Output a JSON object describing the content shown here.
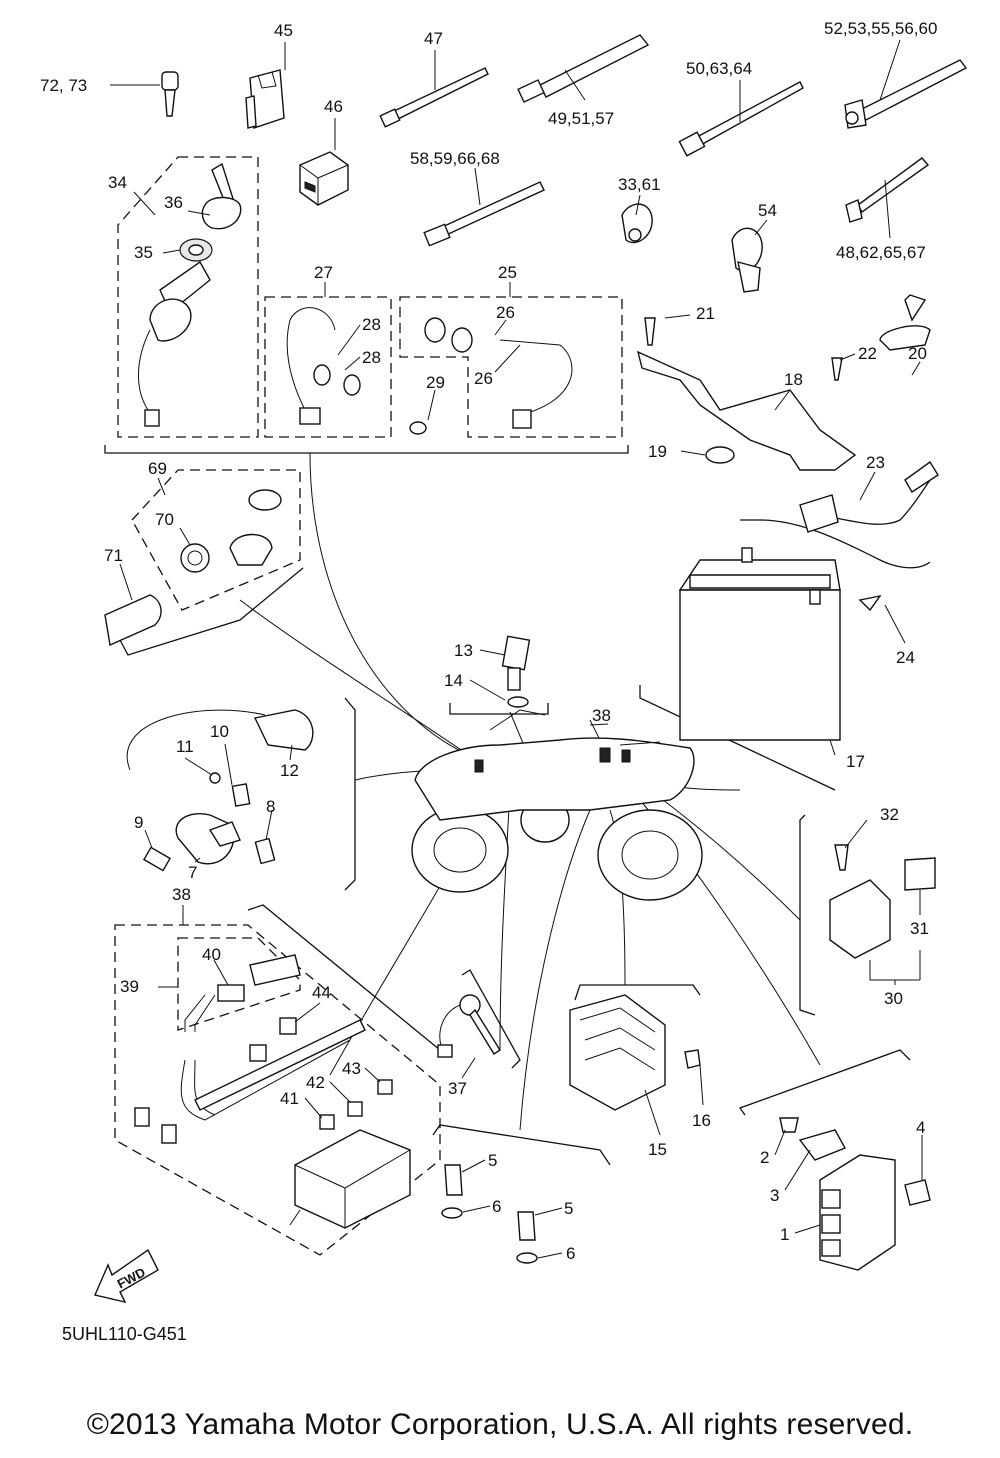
{
  "callouts": [
    {
      "id": "c72",
      "label": "72, 73"
    },
    {
      "id": "c45",
      "label": "45"
    },
    {
      "id": "c46",
      "label": "46"
    },
    {
      "id": "c47",
      "label": "47"
    },
    {
      "id": "c49",
      "label": "49,51,57"
    },
    {
      "id": "c50",
      "label": "50,63,64"
    },
    {
      "id": "c52",
      "label": "52,53,55,56,60"
    },
    {
      "id": "c58",
      "label": "58,59,66,68"
    },
    {
      "id": "c33",
      "label": "33,61"
    },
    {
      "id": "c54",
      "label": "54"
    },
    {
      "id": "c48",
      "label": "48,62,65,67"
    },
    {
      "id": "c34",
      "label": "34"
    },
    {
      "id": "c36",
      "label": "36"
    },
    {
      "id": "c35",
      "label": "35"
    },
    {
      "id": "c27",
      "label": "27"
    },
    {
      "id": "c25",
      "label": "25"
    },
    {
      "id": "c26a",
      "label": "26"
    },
    {
      "id": "c28a",
      "label": "28"
    },
    {
      "id": "c28b",
      "label": "28"
    },
    {
      "id": "c26b",
      "label": "26"
    },
    {
      "id": "c29",
      "label": "29"
    },
    {
      "id": "c21",
      "label": "21"
    },
    {
      "id": "c22",
      "label": "22"
    },
    {
      "id": "c20",
      "label": "20"
    },
    {
      "id": "c18",
      "label": "18"
    },
    {
      "id": "c19",
      "label": "19"
    },
    {
      "id": "c23",
      "label": "23"
    },
    {
      "id": "c69",
      "label": "69"
    },
    {
      "id": "c70",
      "label": "70"
    },
    {
      "id": "c71",
      "label": "71"
    },
    {
      "id": "c13",
      "label": "13"
    },
    {
      "id": "c14",
      "label": "14"
    },
    {
      "id": "c24",
      "label": "24"
    },
    {
      "id": "c38a",
      "label": "38"
    },
    {
      "id": "c17",
      "label": "17"
    },
    {
      "id": "c10",
      "label": "10"
    },
    {
      "id": "c11",
      "label": "11"
    },
    {
      "id": "c12",
      "label": "12"
    },
    {
      "id": "c9",
      "label": "9"
    },
    {
      "id": "c8",
      "label": "8"
    },
    {
      "id": "c7",
      "label": "7"
    },
    {
      "id": "c32",
      "label": "32"
    },
    {
      "id": "c31",
      "label": "31"
    },
    {
      "id": "c30",
      "label": "30"
    },
    {
      "id": "c38b",
      "label": "38"
    },
    {
      "id": "c40",
      "label": "40"
    },
    {
      "id": "c39",
      "label": "39"
    },
    {
      "id": "c44",
      "label": "44"
    },
    {
      "id": "c43",
      "label": "43"
    },
    {
      "id": "c42",
      "label": "42"
    },
    {
      "id": "c41",
      "label": "41"
    },
    {
      "id": "c37",
      "label": "37"
    },
    {
      "id": "c16",
      "label": "16"
    },
    {
      "id": "c15",
      "label": "15"
    },
    {
      "id": "c5a",
      "label": "5"
    },
    {
      "id": "c6a",
      "label": "6"
    },
    {
      "id": "c5b",
      "label": "5"
    },
    {
      "id": "c6b",
      "label": "6"
    },
    {
      "id": "c4",
      "label": "4"
    },
    {
      "id": "c2",
      "label": "2"
    },
    {
      "id": "c3",
      "label": "3"
    },
    {
      "id": "c1",
      "label": "1"
    }
  ],
  "fwd_label": "FWD",
  "diagram_code": "5UHL110-G451",
  "copyright": "©2013 Yamaha Motor Corporation, U.S.A. All rights reserved."
}
